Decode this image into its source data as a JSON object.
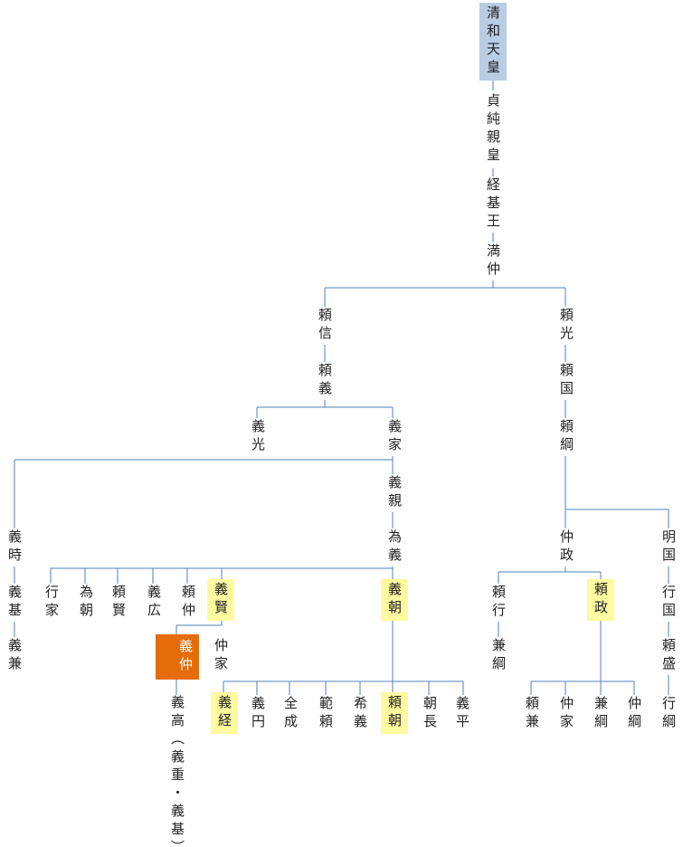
{
  "colors": {
    "line": "#4f81bd",
    "text": "#222222",
    "hl_yellow": "#fffaa0",
    "hl_blue": "#b8cce4",
    "hl_orange": "#e46c0a"
  },
  "nodes": [
    {
      "id": "seiwa",
      "text": "清和天皇",
      "hl": "blue"
    },
    {
      "id": "sadazumi",
      "text": "貞純親皇"
    },
    {
      "id": "tsunemoto",
      "text": "経基王"
    },
    {
      "id": "mitsunaka",
      "text": "満仲"
    },
    {
      "id": "yorinobu",
      "text": "頼信"
    },
    {
      "id": "yoriyoshi",
      "text": "頼義"
    },
    {
      "id": "yoshimitsu",
      "text": "義光"
    },
    {
      "id": "yoshiie",
      "text": "義家"
    },
    {
      "id": "yoshichika",
      "text": "義親"
    },
    {
      "id": "tameyoshi",
      "text": "為義"
    },
    {
      "id": "yoshitoki",
      "text": "義時"
    },
    {
      "id": "yoshimoto",
      "text": "義基"
    },
    {
      "id": "yoshikane",
      "text": "義兼"
    },
    {
      "id": "yukiie",
      "text": "行家"
    },
    {
      "id": "tametomo",
      "text": "為朝"
    },
    {
      "id": "yorikata",
      "text": "頼賢"
    },
    {
      "id": "yoshihiro",
      "text": "義広"
    },
    {
      "id": "yorinaka",
      "text": "頼仲"
    },
    {
      "id": "yoshikata",
      "text": "義賢",
      "hl": "yellow"
    },
    {
      "id": "yoshitomo",
      "text": "義朝",
      "hl": "yellow"
    },
    {
      "id": "yoshinaka",
      "text": "義仲",
      "hl": "orange"
    },
    {
      "id": "nakaie_g",
      "text": "仲家"
    },
    {
      "id": "yoshitaka",
      "text": "義高（義重・義基）"
    },
    {
      "id": "yoshitsune",
      "text": "義経",
      "hl": "yellow"
    },
    {
      "id": "gien",
      "text": "義円"
    },
    {
      "id": "zenjo",
      "text": "全成"
    },
    {
      "id": "noriyori",
      "text": "範頼"
    },
    {
      "id": "mareyoshi",
      "text": "希義"
    },
    {
      "id": "yoritomo",
      "text": "頼朝",
      "hl": "yellow"
    },
    {
      "id": "tomonaga",
      "text": "朝長"
    },
    {
      "id": "yoshihira",
      "text": "義平"
    },
    {
      "id": "yorimitsu",
      "text": "頼光"
    },
    {
      "id": "yorikuni",
      "text": "頼国"
    },
    {
      "id": "yoritsuna",
      "text": "頼綱"
    },
    {
      "id": "nakamasa",
      "text": "仲政"
    },
    {
      "id": "akikuni",
      "text": "明国"
    },
    {
      "id": "yukikuni",
      "text": "行国"
    },
    {
      "id": "yorimori",
      "text": "頼盛"
    },
    {
      "id": "yukitsuna",
      "text": "行綱"
    },
    {
      "id": "yoriyuki",
      "text": "頼行"
    },
    {
      "id": "kanetsuna_l",
      "text": "兼綱"
    },
    {
      "id": "yorimasa",
      "text": "頼政",
      "hl": "yellow"
    },
    {
      "id": "yorikane",
      "text": "頼兼"
    },
    {
      "id": "nakaie_y",
      "text": "仲家"
    },
    {
      "id": "kanetsuna_r",
      "text": "兼綱"
    },
    {
      "id": "nakatsuna",
      "text": "仲綱"
    }
  ]
}
